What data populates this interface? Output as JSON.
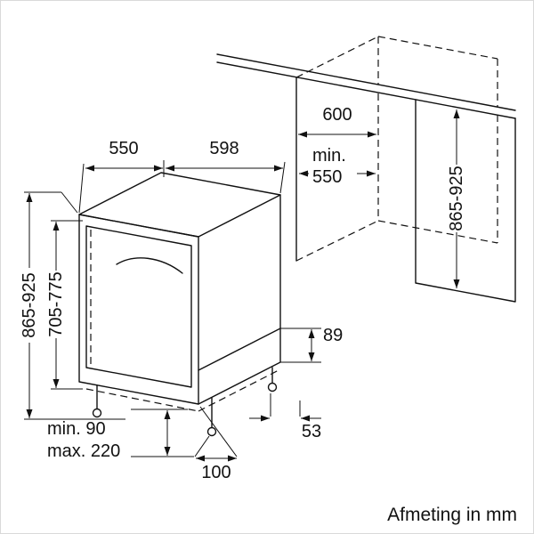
{
  "caption": "Afmeting in mm",
  "dimensions": {
    "appliance_depth": "550",
    "appliance_width": "598",
    "niche_width": "600",
    "niche_depth_prefix": "min.",
    "niche_depth_value": "550",
    "appliance_height": "865-925",
    "door_panel_height": "705-775",
    "niche_height": "865-925",
    "base_height": "89",
    "rear_foot_inset": "53",
    "plinth_min": "min. 90",
    "plinth_max": "max. 220",
    "front_foot_inset": "100"
  }
}
